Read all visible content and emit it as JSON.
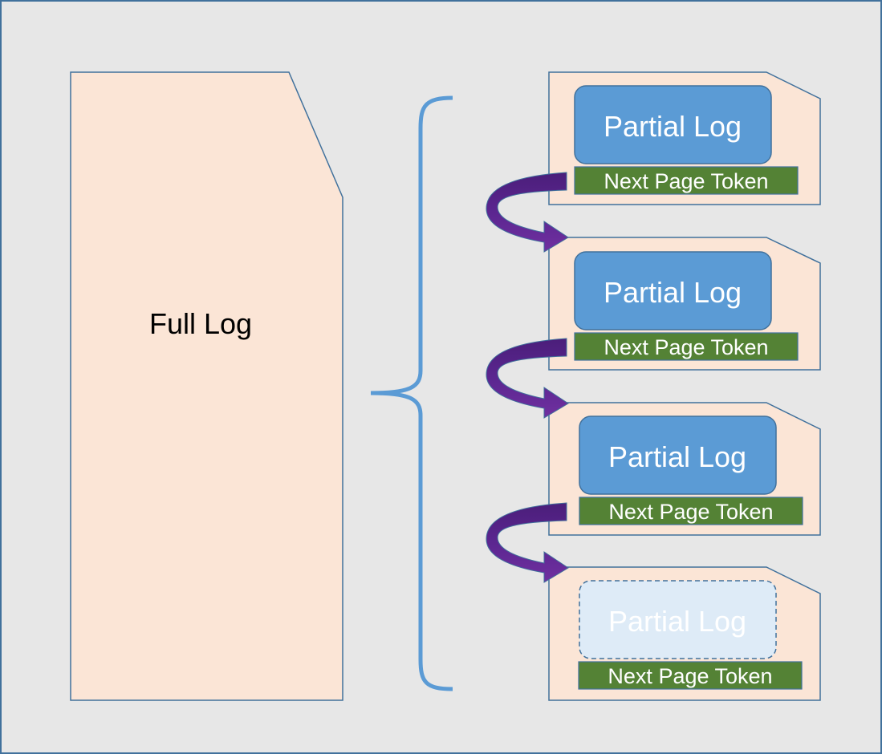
{
  "diagram": {
    "full_log": {
      "label": "Full Log"
    },
    "pages": [
      {
        "partial_log_label": "Partial Log",
        "token_label": "Next Page Token",
        "pending": false
      },
      {
        "partial_log_label": "Partial Log",
        "token_label": "Next Page Token",
        "pending": false
      },
      {
        "partial_log_label": "Partial Log",
        "token_label": "Next Page Token",
        "pending": false
      },
      {
        "partial_log_label": "Partial Log",
        "token_label": "Next Page Token",
        "pending": true
      }
    ]
  },
  "colors": {
    "background": "#e7e7e7",
    "document_fill": "#fbe5d6",
    "document_stroke": "#41719c",
    "partial_log_fill": "#5b9bd5",
    "partial_log_pending_fill": "#deebf7",
    "token_fill": "#548235",
    "brace": "#5b9bd5",
    "arrow": "#7030a0"
  }
}
